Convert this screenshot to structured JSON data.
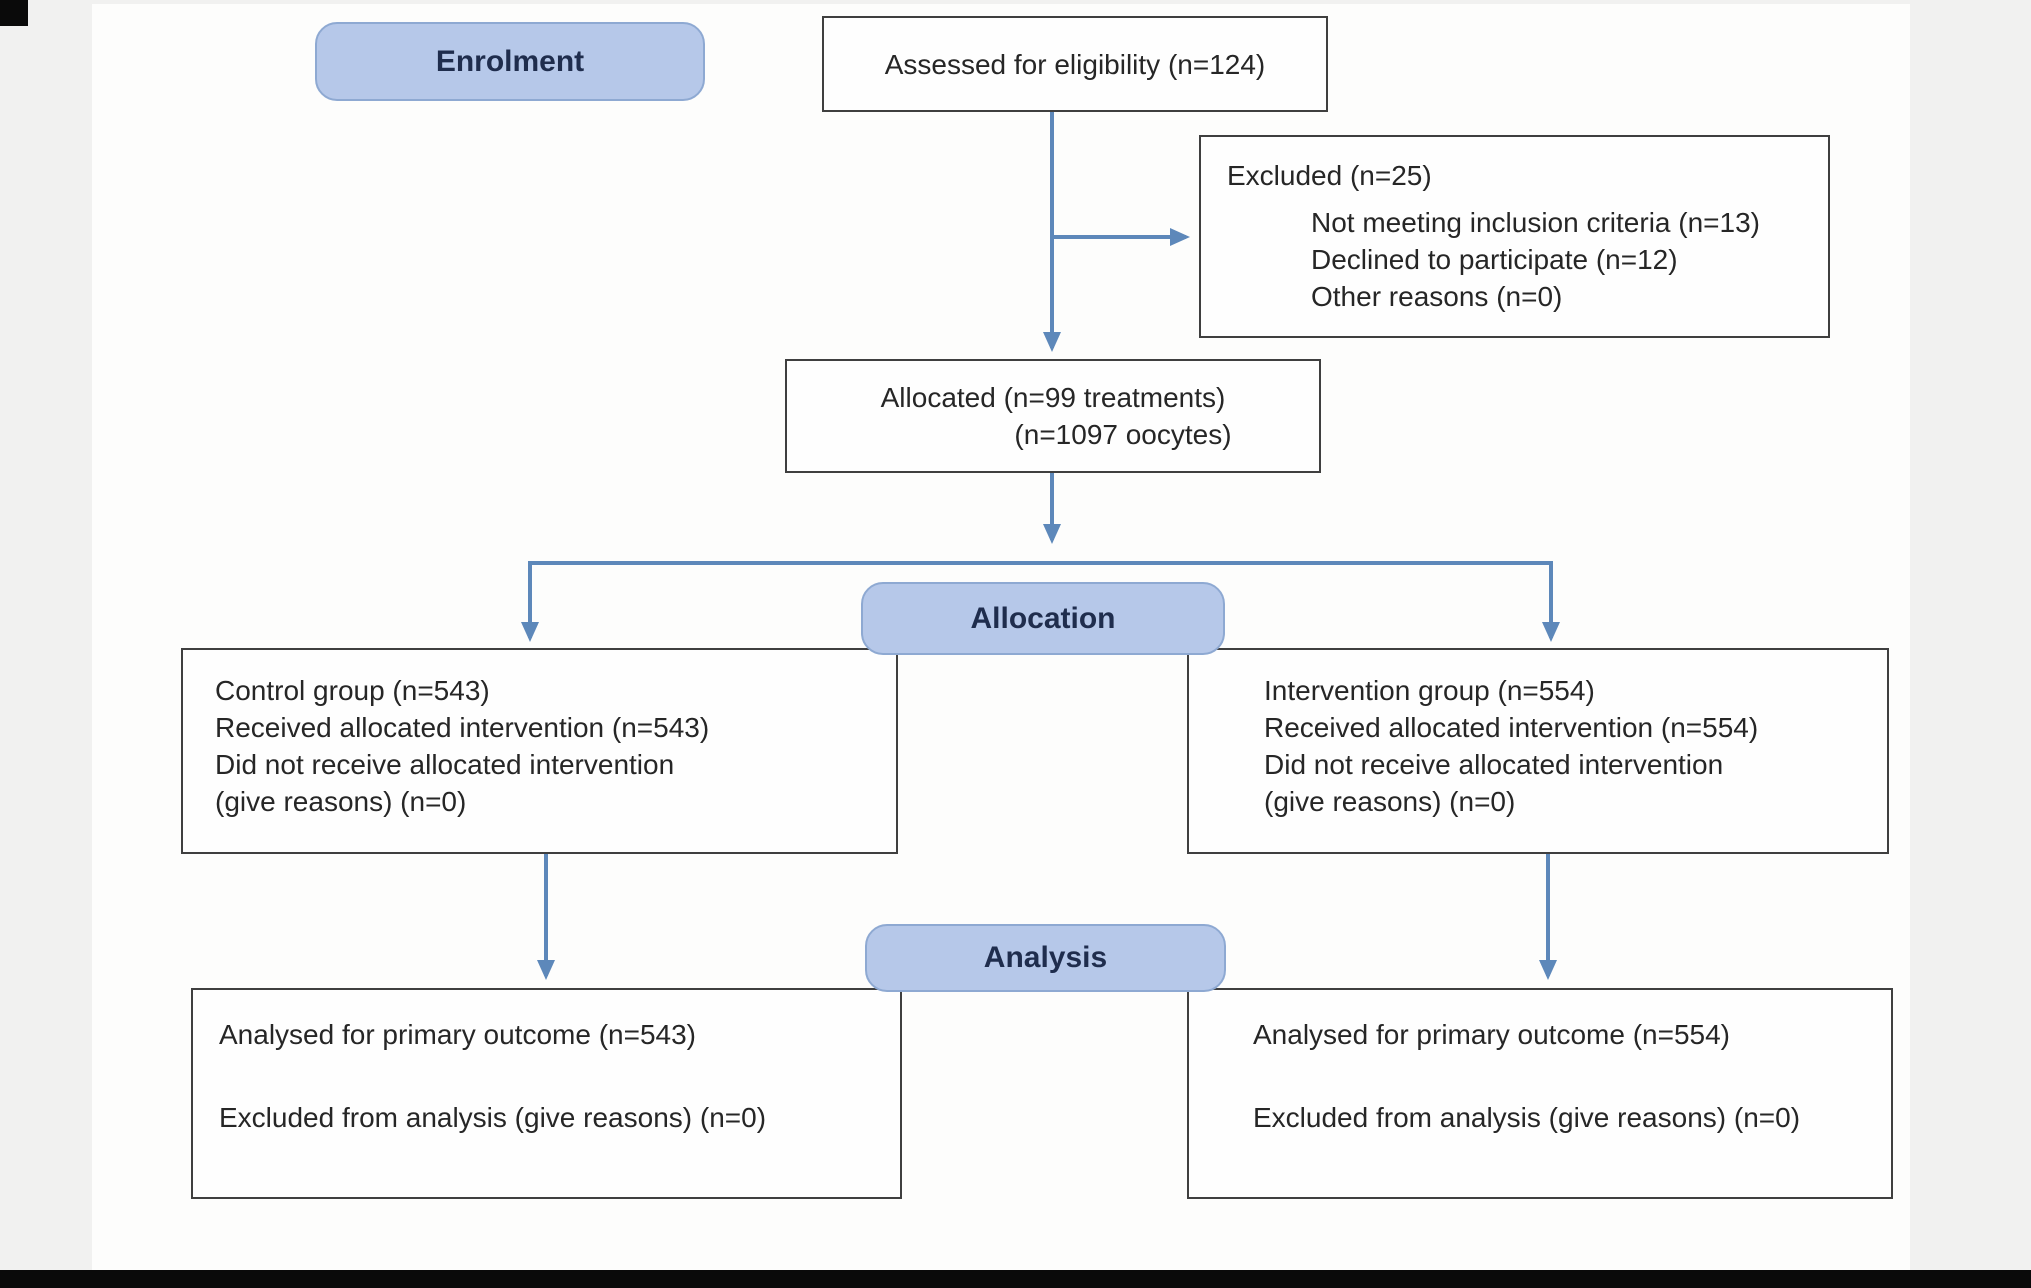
{
  "stages": {
    "enrolment": "Enrolment",
    "allocation": "Allocation",
    "analysis": "Analysis"
  },
  "boxes": {
    "assessed": {
      "text": "Assessed for eligibility (n=124)"
    },
    "excluded": {
      "title": "Excluded (n=25)",
      "items": [
        "Not meeting inclusion criteria (n=13)",
        "Declined to participate (n=12)",
        "Other reasons (n=0)"
      ]
    },
    "allocated": {
      "line1": "Allocated (n=99 treatments)",
      "line2": "(n=1097 oocytes)"
    },
    "control": {
      "lines": [
        "Control group (n=543)",
        "Received allocated intervention (n=543)",
        "Did not receive allocated intervention",
        "(give reasons) (n=0)"
      ]
    },
    "intervention": {
      "lines": [
        "Intervention group (n=554)",
        "Received allocated intervention (n=554)",
        "Did not receive allocated intervention",
        "(give reasons) (n=0)"
      ]
    },
    "analysis_control": {
      "line1": "Analysed for primary outcome (n=543)",
      "line2": "Excluded from analysis (give reasons) (n=0)"
    },
    "analysis_intervention": {
      "line1": "Analysed for primary outcome (n=554)",
      "line2": "Excluded from analysis (give reasons) (n=0)"
    }
  },
  "colors": {
    "stage_fill": "#b6c8e9",
    "stage_border": "#8ea9d2",
    "stage_text": "#1f2d4d",
    "arrow": "#5d88ba",
    "box_border": "#3f3f3f",
    "text": "#262626"
  }
}
